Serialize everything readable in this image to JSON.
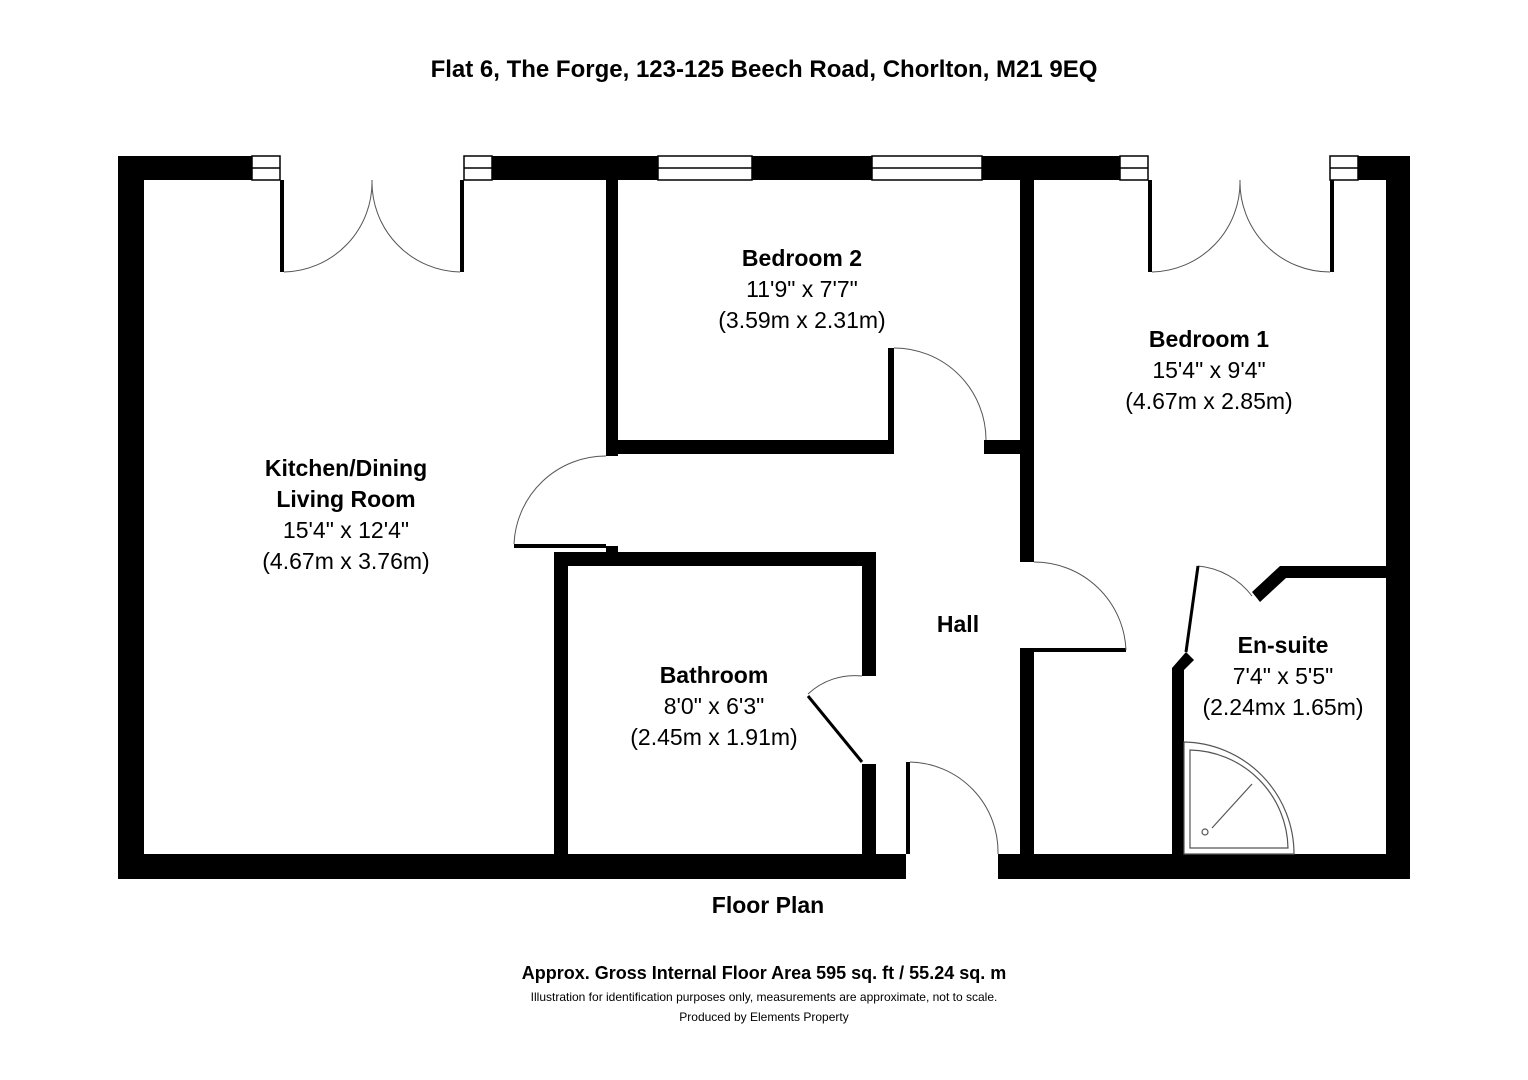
{
  "title": "Flat 6, The Forge, 123-125 Beech Road, Chorlton, M21 9EQ",
  "rooms": {
    "kitchen": {
      "name_line1": "Kitchen/Dining",
      "name_line2": "Living Room",
      "imperial": "15'4\" x 12'4\"",
      "metric": "(4.67m x 3.76m)"
    },
    "bedroom2": {
      "name": "Bedroom 2",
      "imperial": "11'9\" x 7'7\"",
      "metric": "(3.59m x 2.31m)"
    },
    "bedroom1": {
      "name": "Bedroom 1",
      "imperial": "15'4\" x 9'4\"",
      "metric": "(4.67m x 2.85m)"
    },
    "bathroom": {
      "name": "Bathroom",
      "imperial": "8'0\" x 6'3\"",
      "metric": "(2.45m x 1.91m)"
    },
    "hall": {
      "name": "Hall"
    },
    "ensuite": {
      "name": "En-suite",
      "imperial": "7'4\" x 5'5\"",
      "metric": "(2.24mx 1.65m)"
    }
  },
  "floor_label": "Floor Plan",
  "footer": {
    "area": "Approx. Gross Internal Floor Area 595 sq. ft / 55.24 sq. m",
    "disclaimer": "Illustration for identification purposes only, measurements are approximate, not to scale.",
    "producer": "Produced by Elements Property"
  },
  "colors": {
    "wall": "#000000",
    "background": "#ffffff",
    "door_arc": "#555555"
  }
}
